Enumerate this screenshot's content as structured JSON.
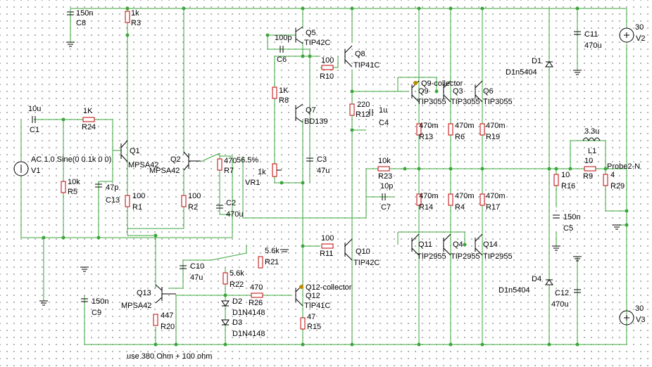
{
  "components": {
    "C8": {
      "ref": "C8",
      "value": "150n"
    },
    "R3": {
      "ref": "R3",
      "value": "1k"
    },
    "C6": {
      "ref": "C6",
      "value": "100p"
    },
    "Q5": {
      "ref": "Q5",
      "value": "TIP42C"
    },
    "Q8": {
      "ref": "Q8",
      "value": "TIP41C"
    },
    "R10": {
      "ref": "R10",
      "value": "100"
    },
    "R8": {
      "ref": "R8",
      "value": "1K"
    },
    "Q7": {
      "ref": "Q7",
      "value": "BD139"
    },
    "C3": {
      "ref": "C3",
      "value": "47u"
    },
    "VR1": {
      "ref": "VR1",
      "value": "1k"
    },
    "R12": {
      "ref": "R12",
      "value": "220"
    },
    "C4": {
      "ref": "C4",
      "value": "1u"
    },
    "Q9": {
      "ref": "Q9",
      "value": "TIP3055"
    },
    "Q3": {
      "ref": "Q3",
      "value": "TIP3055"
    },
    "Q6": {
      "ref": "Q6",
      "value": "TIP3055"
    },
    "R13": {
      "ref": "R13",
      "value": "470m"
    },
    "R6": {
      "ref": "R6",
      "value": "470m"
    },
    "R19": {
      "ref": "R19",
      "value": "470m"
    },
    "C11": {
      "ref": "C11",
      "value": "470u"
    },
    "V2": {
      "ref": "V2",
      "value": "30"
    },
    "D1": {
      "ref": "D1",
      "value": "D1n5404"
    },
    "C1": {
      "ref": "C1",
      "value": "10u"
    },
    "R24": {
      "ref": "R24",
      "value": "1K"
    },
    "V1": {
      "ref": "V1",
      "value": "AC 1.0 Sine(0 0.1k 0 0)"
    },
    "R5": {
      "ref": "R5",
      "value": "10k"
    },
    "C13": {
      "ref": "C13",
      "value": "47p"
    },
    "Q1": {
      "ref": "Q1",
      "value": "MPSA42"
    },
    "Q2": {
      "ref": "Q2",
      "value": "MPSA42"
    },
    "R1": {
      "ref": "R1",
      "value": "100"
    },
    "R2": {
      "ref": "R2",
      "value": "100"
    },
    "R7": {
      "ref": "R7",
      "value": "470"
    },
    "C2": {
      "ref": "C2",
      "value": "470u"
    },
    "R23": {
      "ref": "R23",
      "value": "10k"
    },
    "C7": {
      "ref": "C7",
      "value": "10p"
    },
    "R14": {
      "ref": "R14",
      "value": "470m"
    },
    "R4": {
      "ref": "R4",
      "value": "470m"
    },
    "R17": {
      "ref": "R17",
      "value": "470m"
    },
    "L1": {
      "ref": "L1",
      "value": "3.3u"
    },
    "R9": {
      "ref": "R9",
      "value": "10"
    },
    "R16": {
      "ref": "R16",
      "value": "10"
    },
    "R29": {
      "ref": "R29",
      "value": "4"
    },
    "C5": {
      "ref": "C5",
      "value": "150n"
    },
    "R11": {
      "ref": "R11",
      "value": "100"
    },
    "Q10": {
      "ref": "Q10",
      "value": "TIP42C"
    },
    "Q11": {
      "ref": "Q11",
      "value": "TIP2955"
    },
    "Q4": {
      "ref": "Q4",
      "value": "TIP2955"
    },
    "Q14": {
      "ref": "Q14",
      "value": "TIP2955"
    },
    "D4": {
      "ref": "D4",
      "value": "D1n5404"
    },
    "C12": {
      "ref": "C12",
      "value": "470u"
    },
    "V3": {
      "ref": "V3",
      "value": "30"
    },
    "C10": {
      "ref": "C10",
      "value": "47u"
    },
    "R21": {
      "ref": "R21",
      "value": "5.6k"
    },
    "R22": {
      "ref": "R22",
      "value": "5.6k"
    },
    "R26": {
      "ref": "R26",
      "value": "470"
    },
    "D2": {
      "ref": "D2",
      "value": "D1N4148"
    },
    "D3": {
      "ref": "D3",
      "value": "D1N4148"
    },
    "Q12": {
      "ref": "Q12",
      "value": "TIP41C"
    },
    "R15": {
      "ref": "R15",
      "value": "47"
    },
    "C9": {
      "ref": "C9",
      "value": "150n"
    },
    "Q13": {
      "ref": "Q13",
      "value": "MPSA42"
    },
    "R20": {
      "ref": "R20",
      "value": "447"
    }
  },
  "annotations": {
    "vr1_setting": "56.5%",
    "q9_probe": "Q9-collector",
    "q12_probe": "Q12-collector",
    "probe2": "Probe2-N",
    "note": "use 380 Ohm + 100 ohm"
  },
  "colors": {
    "wire": "#3aa63a",
    "resistor": "#c00000",
    "component": "#000000",
    "grid": "#9a9a9a"
  }
}
